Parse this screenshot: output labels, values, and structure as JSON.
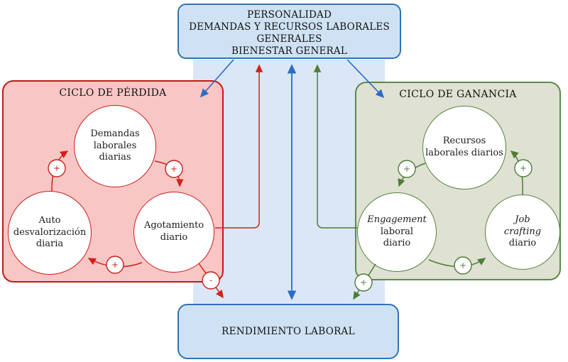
{
  "signs": {
    "plus": "+",
    "minus": "-"
  },
  "top_box": {
    "lines": [
      "PERSONALIDAD",
      "DEMANDAS Y RECURSOS LABORALES",
      "GENERALES",
      "BIENESTAR GENERAL"
    ]
  },
  "loss_cycle": {
    "title": "CICLO DE PÉRDIDA",
    "nodes": {
      "demandas": {
        "label": "Demandas laborales diarias"
      },
      "auto": {
        "label": "Auto desvalorización diaria"
      },
      "agotamiento": {
        "label": "Agotamiento diario"
      }
    }
  },
  "gain_cycle": {
    "title": "CICLO DE GANANCIA",
    "nodes": {
      "recursos": {
        "label": "Recursos laborales diarios"
      },
      "engagement": {
        "line1": "Engagement",
        "line2": "laboral",
        "line3": "diario"
      },
      "job": {
        "line1": "Job",
        "line2": "crafting",
        "line3": "diario"
      }
    }
  },
  "bottom_box": {
    "label": "RENDIMIENTO LABORAL"
  },
  "colors": {
    "blue_border": "#2e74b5",
    "blue_arrow": "#2b6cc4",
    "red": "#c9201a",
    "red_arrow": "#d42019",
    "green": "#4f7d38",
    "pink_fill": "#f9c6c6",
    "olive_fill": "#dfe1d2",
    "light_blue_fill": "#cfe2f3",
    "band_fill": "#dbe7f6"
  }
}
